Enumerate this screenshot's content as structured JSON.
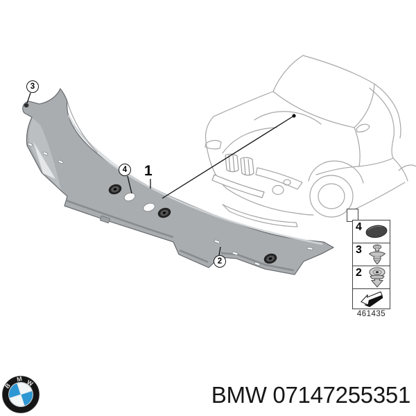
{
  "diagram": {
    "callouts": [
      {
        "id": "3",
        "style": "circled",
        "points_to": "left-end-clip-hole"
      },
      {
        "id": "4",
        "style": "circled",
        "points_to": "panel-oval-hole"
      },
      {
        "id": "1",
        "style": "plain",
        "points_to": "cowl-panel"
      },
      {
        "id": "2",
        "style": "circled",
        "points_to": "lower-flange-clip"
      }
    ],
    "legend": {
      "rows": [
        {
          "number": "4",
          "icon": "cover-cap-icon"
        },
        {
          "number": "3",
          "icon": "expanding-rivet-icon"
        },
        {
          "number": "2",
          "icon": "expanding-clip-icon"
        }
      ],
      "arrow_icon": "installation-direction-arrow-icon",
      "diagram_number": "461435"
    },
    "car_icon": "car-front-quarter-sketch",
    "panel_icon": "cowl-trim-panel-drawing"
  },
  "footer": {
    "logo_icon": "bmw-roundel-logo",
    "logo_letters": {
      "b": "B",
      "m": "M",
      "w": "W"
    },
    "part_text": "BMW 07147255351"
  },
  "colors": {
    "panel_gray": "#a9adb0",
    "panel_outline": "#5e6266",
    "sketch_gray": "#a6a6a6",
    "logo_blue": "#2d96d3",
    "text_black": "#161616"
  }
}
